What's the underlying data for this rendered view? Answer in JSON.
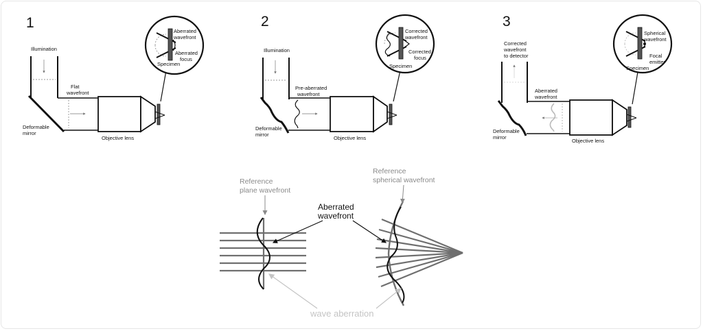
{
  "panels": [
    {
      "number": "1",
      "illumination": "Illumination",
      "beam_label": [
        "Flat",
        "wavefront"
      ],
      "mirror_label": [
        "Deformable",
        "mirror"
      ],
      "objective_label": "Objective lens",
      "inset_wavefront": [
        "Aberrated",
        "wavefront"
      ],
      "inset_focus": [
        "Aberrated",
        "focus"
      ],
      "specimen": "Specimen"
    },
    {
      "number": "2",
      "illumination": "Illumination",
      "beam_label": [
        "Pre-aberrated",
        "wavefront"
      ],
      "mirror_label": [
        "Deformable",
        "mirror"
      ],
      "objective_label": "Objective lens",
      "inset_wavefront": [
        "Corrected",
        "wavefront"
      ],
      "inset_focus": [
        "Corrected",
        "focus"
      ],
      "specimen": "Specimen"
    },
    {
      "number": "3",
      "illumination": [
        "Corrected",
        "wavefront",
        "to detector"
      ],
      "beam_label": [
        "Aberrated",
        "wavefront"
      ],
      "mirror_label": [
        "Deformable",
        "mirror"
      ],
      "objective_label": "Objective lens",
      "inset_wavefront": [
        "Spherical",
        "wavefront"
      ],
      "inset_focus": [
        "Focal",
        "emitter"
      ],
      "specimen": "Specimen"
    }
  ],
  "bottom": {
    "ref_plane": [
      "Reference",
      "plane wavefront"
    ],
    "ref_spherical": [
      "Reference",
      "spherical wavefront"
    ],
    "aberrated": [
      "Aberrated",
      "wavefront"
    ],
    "wave_aberration": "wave aberration"
  },
  "colors": {
    "ink": "#111111",
    "ref_gray": "#7a7a7a",
    "aberration_gray": "#c4c4c4",
    "beam_gray": "#9a9a9a"
  }
}
